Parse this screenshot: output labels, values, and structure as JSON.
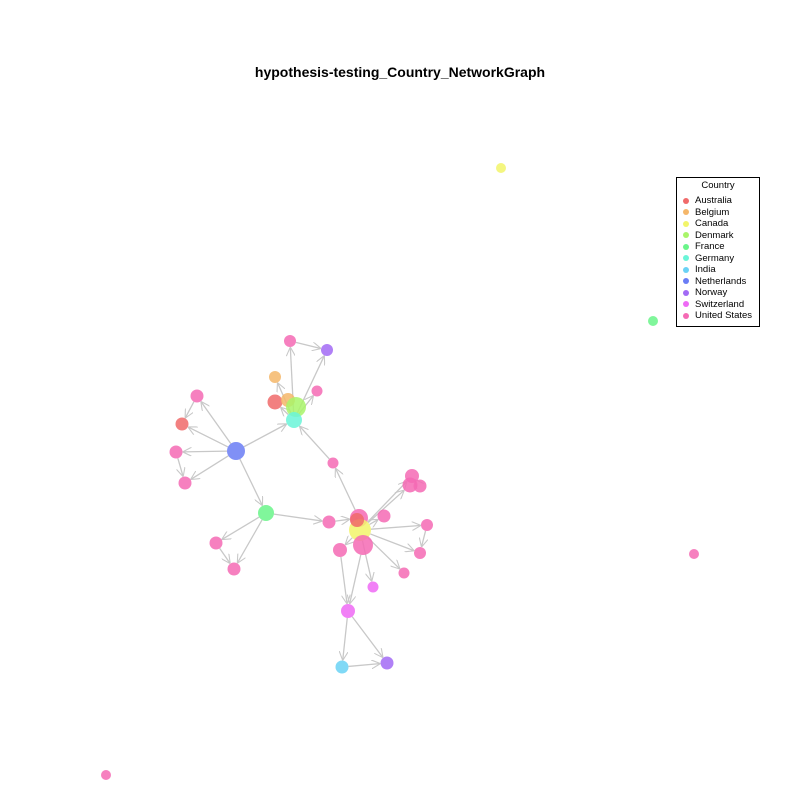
{
  "title": "hypothesis-testing_Country_NetworkGraph",
  "legend": {
    "title": "Country",
    "items": [
      {
        "label": "Australia",
        "color": "#F06A6A"
      },
      {
        "label": "Belgium",
        "color": "#F5B76A"
      },
      {
        "label": "Canada",
        "color": "#F2F56A"
      },
      {
        "label": "Denmark",
        "color": "#A9F56A"
      },
      {
        "label": "France",
        "color": "#6AF58A"
      },
      {
        "label": "Germany",
        "color": "#6AF5D8"
      },
      {
        "label": "India",
        "color": "#6AD2F5"
      },
      {
        "label": "Netherlands",
        "color": "#6A7DF5"
      },
      {
        "label": "Norway",
        "color": "#A26AF5"
      },
      {
        "label": "Switzerland",
        "color": "#EE6AF5"
      },
      {
        "label": "United States",
        "color": "#F56AB4"
      }
    ]
  },
  "edge_color": "#c8c8c8"
}
